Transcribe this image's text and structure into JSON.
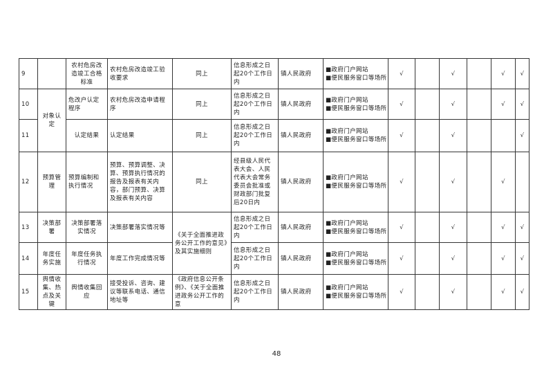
{
  "rows": [
    {
      "num": "9",
      "item": "农村危房改造竣工合格标准",
      "content": "农村危房改造竣工验收要求",
      "basis": "同上",
      "timeframe": "信息形成之日起20个工作日内",
      "subject": "镇人民政府",
      "channels": [
        "■政府门户网站",
        "■便民服务窗口等场所"
      ],
      "checks": [
        "√",
        "",
        "√",
        "",
        "√",
        "√"
      ]
    },
    {
      "num": "10",
      "item": "危改户认定程序",
      "content": "农村危房改造申请程序",
      "basis": "同上",
      "timeframe": "信息形成之日起20个工作日内",
      "subject": "镇人民政府",
      "channels": [
        "■政府门户网站",
        "■便民服务窗口等场所"
      ],
      "checks": [
        "√",
        "",
        "√",
        "",
        "√",
        "√"
      ]
    },
    {
      "num": "11",
      "item": "认定结果",
      "content": "认定结果",
      "basis": "同上",
      "timeframe": "信息形成之日起20个工作日内",
      "subject": "镇人民政府",
      "channels": [
        "■政府门户网站",
        "■便民服务窗口等场所"
      ],
      "checks": [
        "√",
        "",
        "√",
        "",
        "",
        "√"
      ]
    },
    {
      "num": "12",
      "category": "预算管理",
      "item": "预算编制和执行情况",
      "content": "预算、预算调整、决算、预算执行情况的报告及报表有关内容，部门预算、决算及报表有关内容",
      "basis": "同上",
      "timeframe": "经县级人民代表大会、人民代表大会常务委员会批准或财政部门批复后20日内",
      "subject": "镇人民政府",
      "channels": [
        "■政府门户网站",
        "■便民服务窗口等场所"
      ],
      "checks": [
        "√",
        "",
        "√",
        "",
        "√",
        ""
      ]
    },
    {
      "num": "13",
      "category": "决策部署",
      "item": "决策部署落实情况",
      "content": "决策部署落实情况等",
      "timeframe": "信息形成之日起20个工作日内",
      "subject": "镇人民政府",
      "channels": [
        "■政府门户网站",
        "■便民服务窗口等场所"
      ],
      "checks": [
        "√",
        "",
        "√",
        "",
        "√",
        "√"
      ]
    },
    {
      "num": "14",
      "category": "年度任务实施",
      "item": "年度任务执行情况",
      "content": "年度工作完成情况等",
      "timeframe": "信息形成之日起20个工作日内",
      "subject": "镇人民政府",
      "channels": [
        "■政府门户网站",
        "■便民服务窗口等场所"
      ],
      "checks": [
        "√",
        "",
        "√",
        "",
        "√",
        "√"
      ]
    },
    {
      "num": "15",
      "category": "舆情收集、热点及关键",
      "item": "舆情收集回应",
      "content": "接受投诉、咨询、建议等联系电话、通信地址等",
      "basis": "《政府信息公开条例》、《关于全面推进政务公开工作的意",
      "timeframe": "信息形成之日起20个工作日内",
      "subject": "镇人民政府",
      "channels": [
        "■政府门户网站",
        "■便民服务窗口等场所"
      ],
      "checks": [
        "√",
        "",
        "√",
        "",
        "√",
        "√"
      ]
    }
  ],
  "group_category_10_11": "对象认定",
  "shared_basis_13_14": "《关于全面推进政务公开工作的意见》及其实施细则",
  "page_number": "48"
}
